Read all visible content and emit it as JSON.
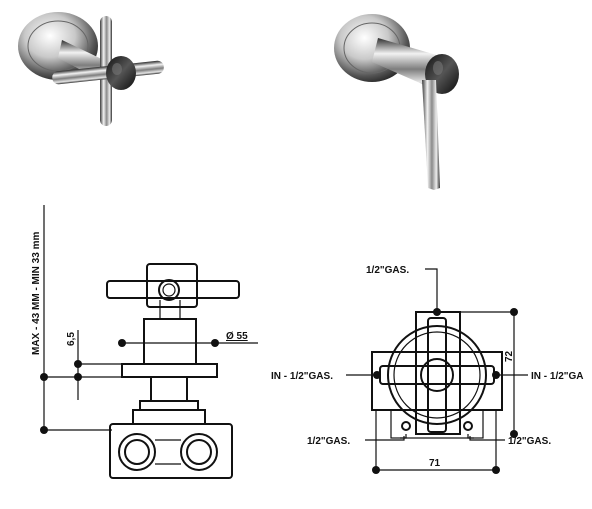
{
  "labels": {
    "max_min": "MAX - 43 MM - MIN 33 mm",
    "dim_6_5": "6,5",
    "diameter": "Ø 55",
    "gas_top": "1/2\"GAS.",
    "in_left": "IN - 1/2\"GAS.",
    "in_right": "IN - 1/2\"GA",
    "dim_72": "72",
    "gas_bottom_left": "1/2\"GAS.",
    "gas_bottom_right": "1/2\"GAS.",
    "dim_71": "71"
  }
}
